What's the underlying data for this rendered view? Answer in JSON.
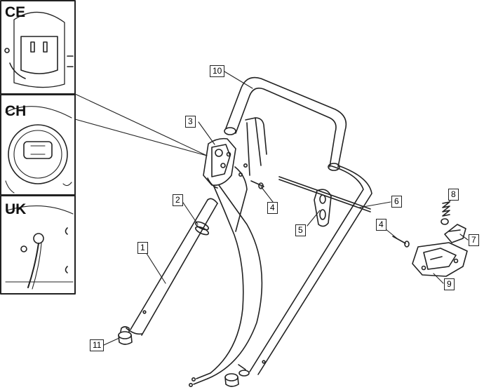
{
  "inset_regions": [
    "CE",
    "CH",
    "UK"
  ],
  "parts": [
    {
      "num": "1",
      "name": "lower handle tube"
    },
    {
      "num": "2",
      "name": "cable clip"
    },
    {
      "num": "3",
      "name": "switch box"
    },
    {
      "num": "4",
      "name": "screw"
    },
    {
      "num": "5",
      "name": "cable hook"
    },
    {
      "num": "6",
      "name": "rod"
    },
    {
      "num": "7",
      "name": "latch"
    },
    {
      "num": "8",
      "name": "spring"
    },
    {
      "num": "9",
      "name": "bracket"
    },
    {
      "num": "10",
      "name": "upper handle"
    },
    {
      "num": "11",
      "name": "end cap"
    }
  ]
}
